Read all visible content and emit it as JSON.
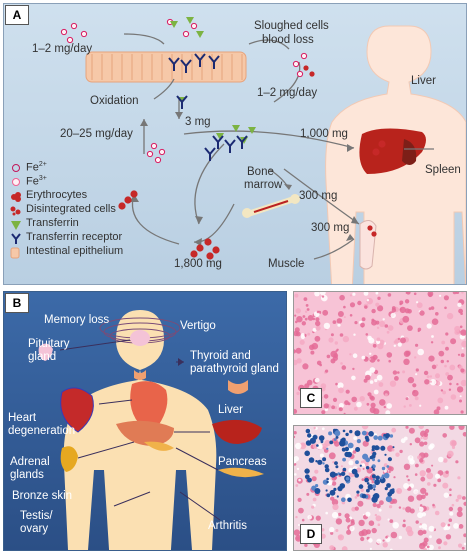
{
  "panel_a": {
    "label": "A",
    "labels": {
      "top_intake": "1–2 mg/day",
      "sloughed": "Sloughed cells",
      "blood_loss": "blood loss",
      "oxidation": "Oxidation",
      "three_mg": "3 mg",
      "loss_rate": "1–2 mg/day",
      "liver": "Liver",
      "recycle": "20–25 mg/day",
      "thousand": "1,000 mg",
      "spleen": "Spleen",
      "bone": "Bone",
      "marrow": "marrow",
      "marrow_mg": "300 mg",
      "muscle_mg": "300 mg",
      "muscle": "Muscle",
      "rbc_mg": "1,800 mg"
    },
    "legend": [
      {
        "symbol": "fe2",
        "label": "Fe2+"
      },
      {
        "symbol": "fe3",
        "label": "Fe3+"
      },
      {
        "symbol": "erythrocyte",
        "label": "Erythrocytes"
      },
      {
        "symbol": "disintegrated",
        "label": "Disintegrated cells"
      },
      {
        "symbol": "transferrin",
        "label": "Transferrin"
      },
      {
        "symbol": "receptor",
        "label": "Transferrin receptor"
      },
      {
        "symbol": "epithelium",
        "label": "Intestinal epithelium"
      }
    ]
  },
  "panel_b": {
    "label": "B",
    "labels": {
      "memory": "Memory loss",
      "vertigo": "Vertigo",
      "pituitary": "Pituitary\ngland",
      "thyroid": "Thyroid and\nparathyroid gland",
      "heart": "Heart\ndegeneration",
      "liver": "Liver",
      "adrenal": "Adrenal\nglands",
      "pancreas": "Pancreas",
      "bronze": "Bronze skin",
      "testis": "Testis/\novary",
      "arthritis": "Arthritis"
    }
  },
  "panel_c": {
    "label": "C"
  },
  "panel_d": {
    "label": "D"
  }
}
